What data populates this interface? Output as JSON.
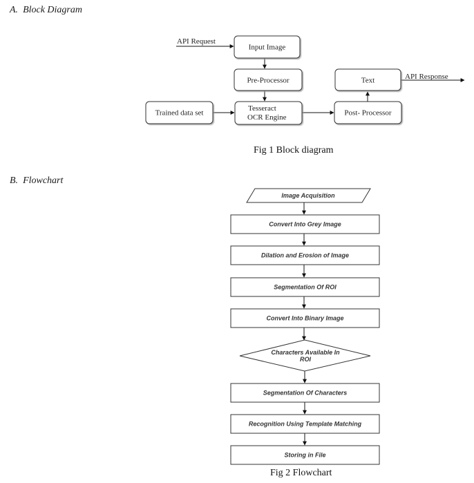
{
  "section_a": {
    "letter": "A.",
    "title": "Block Diagram"
  },
  "section_b": {
    "letter": "B.",
    "title": "Flowchart"
  },
  "block_diagram": {
    "api_request": "API Request",
    "input_image": "Input Image",
    "pre_processor": "Pre-Processor",
    "trained_data_set": "Trained data set",
    "tesseract_line1": "Tesseract",
    "tesseract_line2": "OCR Engine",
    "post_processor": "Post- Processor",
    "text": "Text",
    "api_response": "API Response",
    "caption": "Fig 1 Block diagram"
  },
  "flowchart": {
    "image_acquisition": "Image Acquisition",
    "convert_grey": "Convert Into Grey Image",
    "dilation_erosion": "Dilation and Erosion of Image",
    "segmentation_roi": "Segmentation Of ROI",
    "convert_binary": "Convert Into Binary Image",
    "decision_line1": "Characters Available In",
    "decision_line2": "ROI",
    "segmentation_chars": "Segmentation Of Characters",
    "recognition": "Recognition Using Template Matching",
    "storing": "Storing in File",
    "caption": "Fig 2 Flowchart"
  }
}
